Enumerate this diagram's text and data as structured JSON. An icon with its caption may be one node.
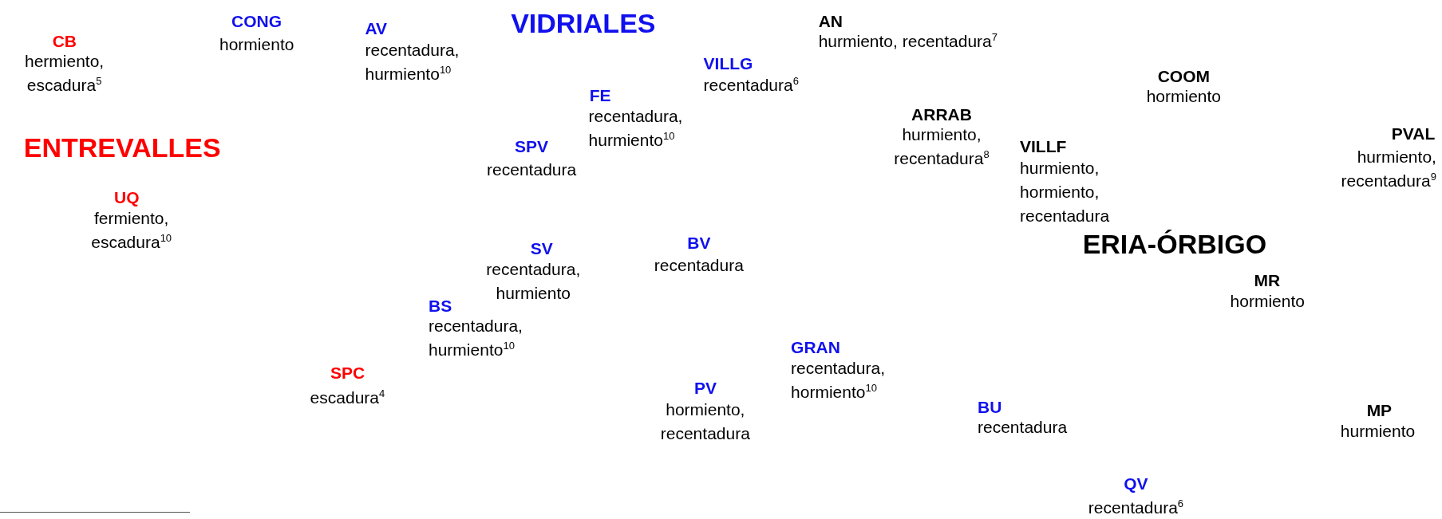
{
  "diagram": {
    "labels": [
      "CONG",
      "hormiento",
      "AN",
      "hurmiento, recentadura$^{7}$",
      "CB",
      "hermiento, escadura$^{5}$",
      "AV",
      "recentadura, hurmiento$^{10}$",
      "VIDRIALES",
      "VILLG",
      "recentadura$^{6}$",
      "COOM",
      "hormiento",
      "FE",
      "recentadura, hurmiento$^{10}$",
      "ARRAB",
      "hurmiento, recentadura$^{8}$",
      "PVAL",
      "hurmiento, recentadura$^{9}$",
      "SPV",
      "recentadura",
      "VILLF",
      "hurmiento, hormiento, recentadura",
      "ENTREVALLES",
      "UQ",
      "fermiento, escadura$^{10}$",
      "BV",
      "recentadura",
      "SV",
      "recentadura, hurmiento",
      "ERIA-ÓRBIGO",
      "MR",
      "hormiento",
      "BS",
      "recentadura, hurmiento$^{10}$",
      "GRAN",
      "recentadura, hormiento$^{10}$",
      "SPC",
      "escadura$^{4}$",
      "PV",
      "hormiento, recentadura",
      "BU",
      "recentadura",
      "MP",
      "hurmiento",
      "QV",
      "recentadura$^{6}$"
    ]
  }
}
